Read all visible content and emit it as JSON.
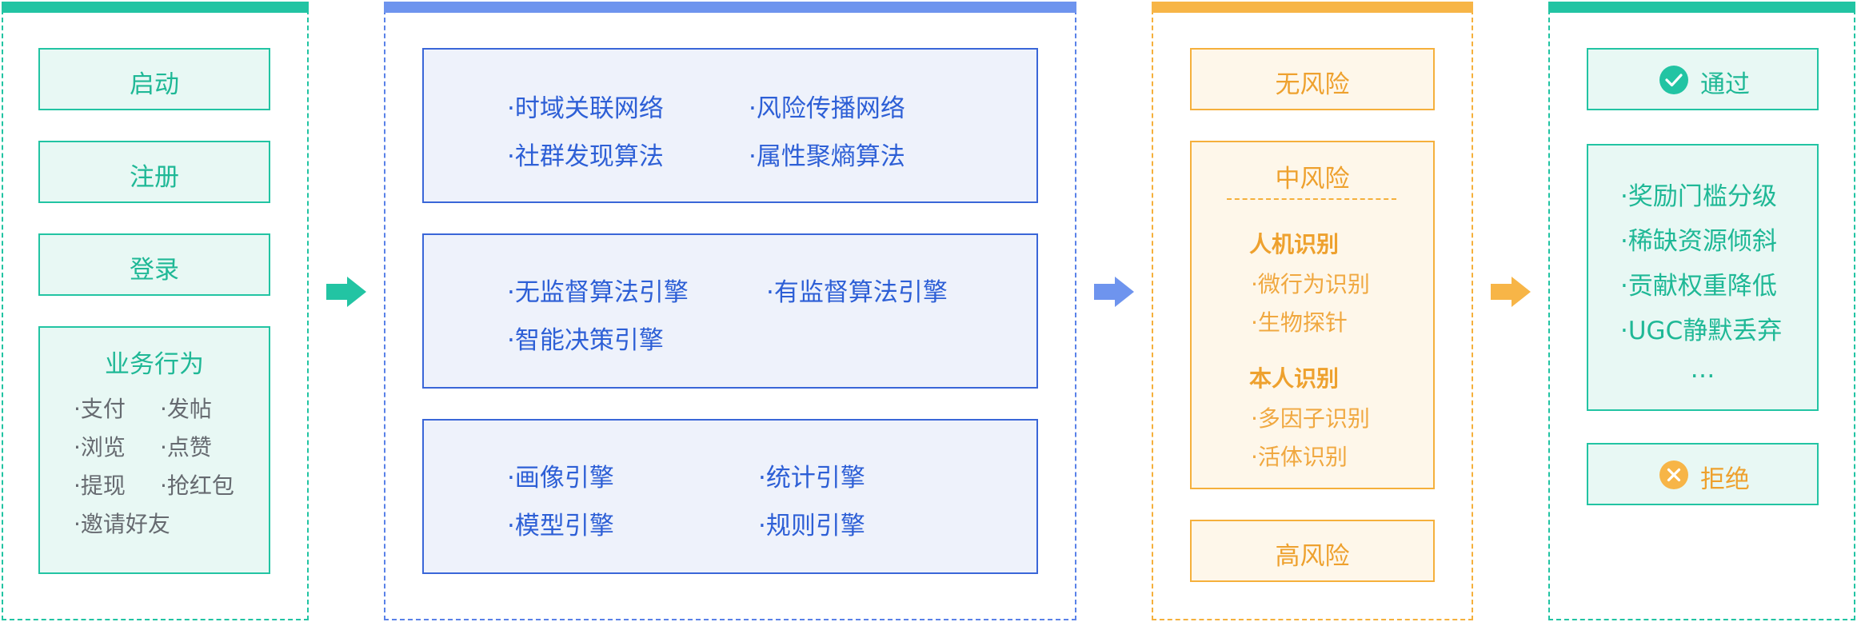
{
  "stage1": {
    "items": [
      "启动",
      "注册",
      "登录"
    ],
    "business": {
      "title": "业务行为",
      "items": [
        "·支付",
        "·发帖",
        "·浏览",
        "·点赞",
        "·提现",
        "·抢红包",
        "·邀请好友"
      ]
    }
  },
  "stage2": {
    "group1": [
      "·时域关联网络",
      "·风险传播网络",
      "·社群发现算法",
      "·属性聚熵算法"
    ],
    "group2": [
      "·无监督算法引擎",
      "·有监督算法引擎",
      "·智能决策引擎"
    ],
    "group3": [
      "·画像引擎",
      "·统计引擎",
      "·模型引擎",
      "·规则引擎"
    ]
  },
  "stage3": {
    "no_risk": "无风险",
    "mid_risk": {
      "title": "中风险",
      "human_machine": {
        "title": "人机识别",
        "items": [
          "·微行为识别",
          "·生物探针"
        ]
      },
      "identity": {
        "title": "本人识别",
        "items": [
          "·多因子识别",
          "·活体识别"
        ]
      }
    },
    "high_risk": "高风险"
  },
  "stage4": {
    "pass": "通过",
    "measures": [
      "·奖励门槛分级",
      "·稀缺资源倾斜",
      "·贡献权重降低",
      "·UGC静默丢弃",
      "…"
    ],
    "reject": "拒绝"
  },
  "colors": {
    "green": "#22c4a3",
    "blue": "#5a82e8",
    "orange": "#f5b03c"
  },
  "icons": {
    "stage_arrow": "arrow-right-icon",
    "pass": "check-circle-icon",
    "reject": "x-circle-icon"
  }
}
